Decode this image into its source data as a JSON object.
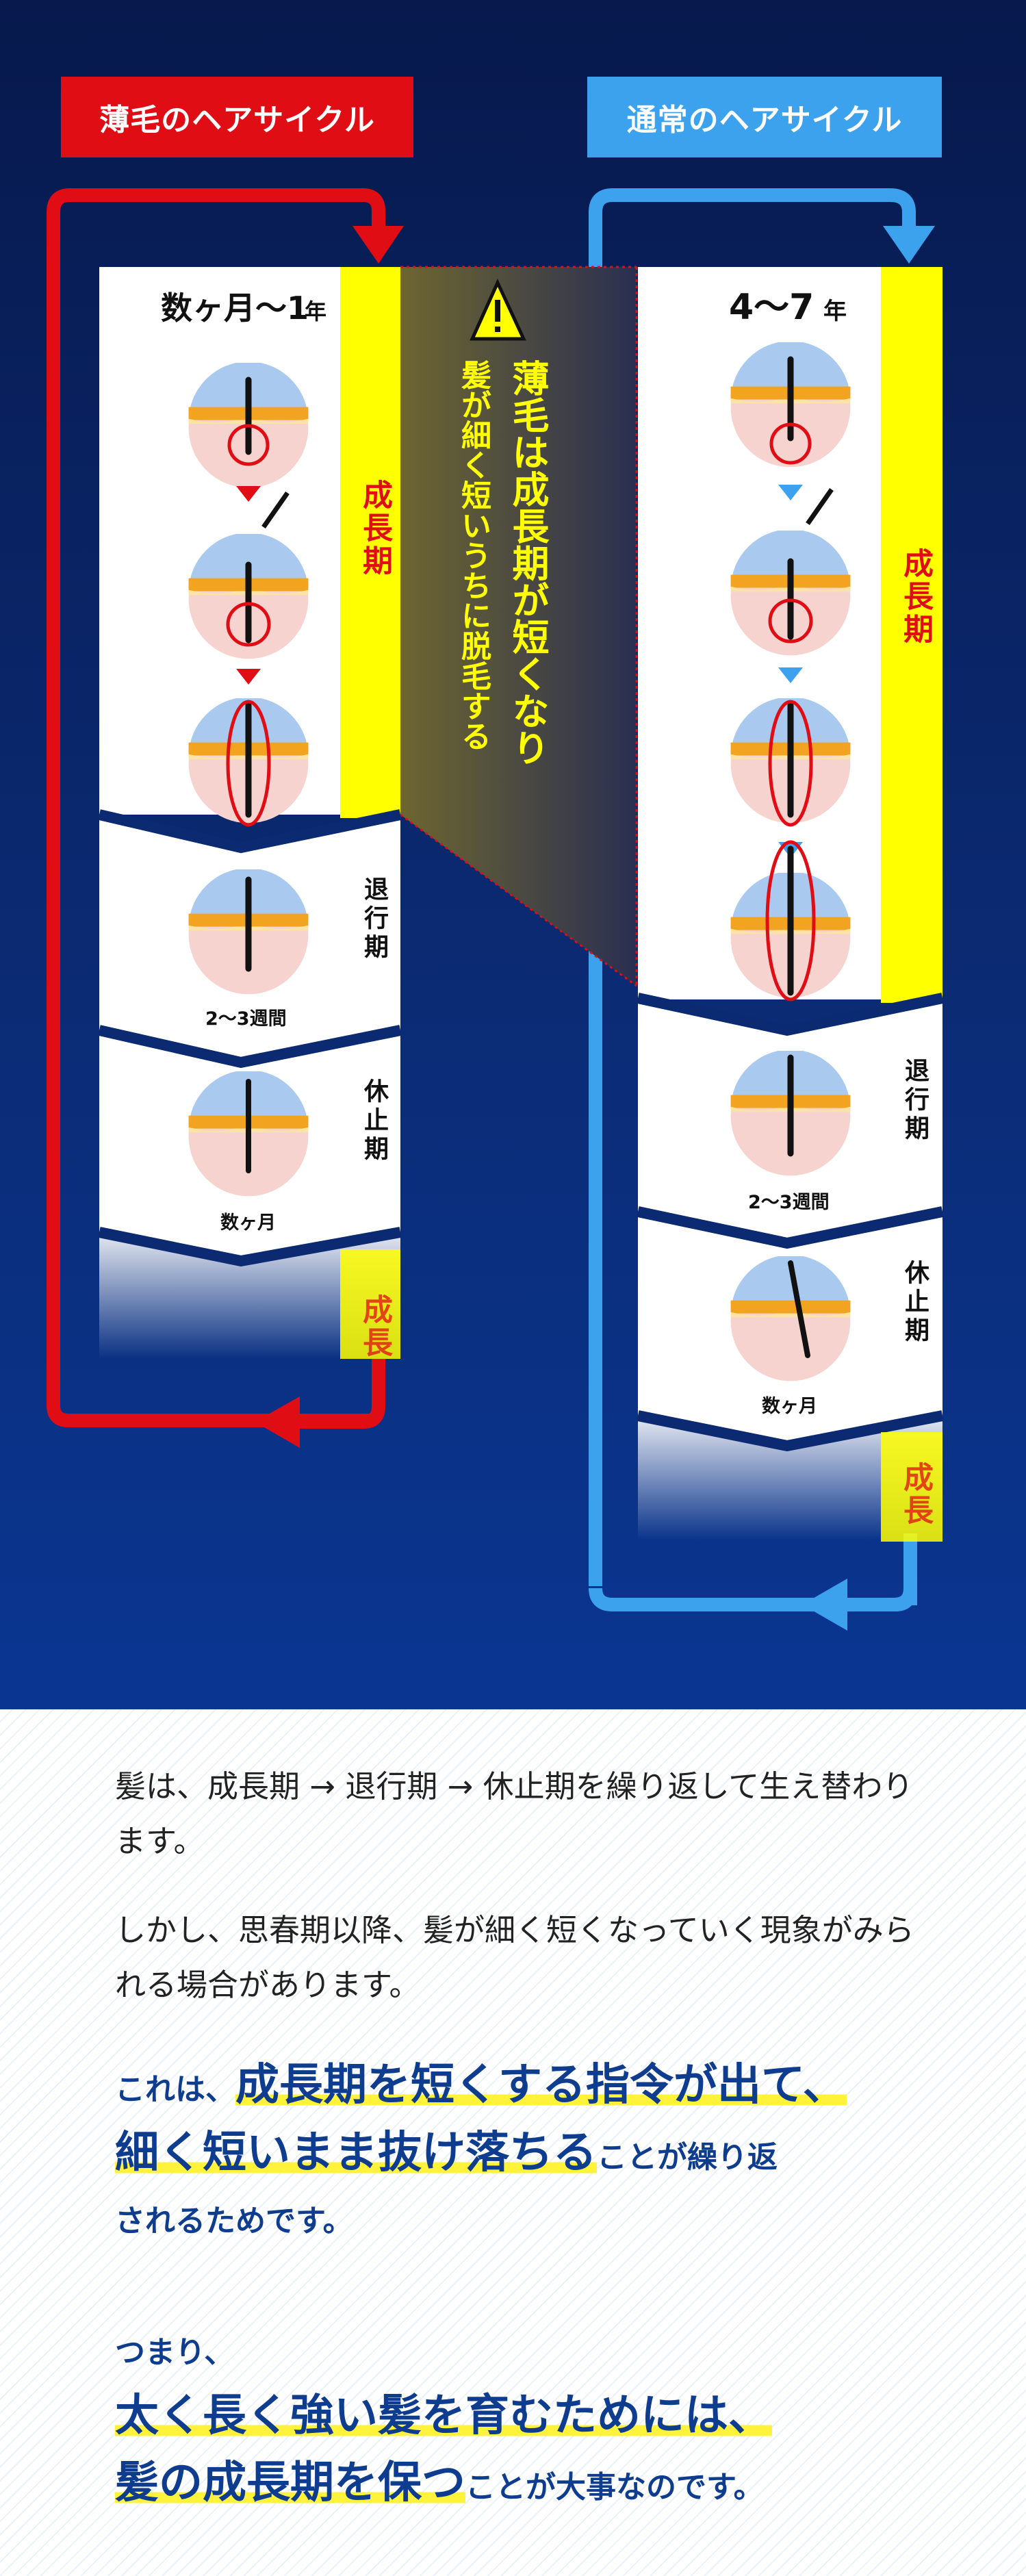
{
  "labels": {
    "thinning": "薄毛のヘアサイクル",
    "normal": "通常のヘアサイクル"
  },
  "thinning_cycle": {
    "duration_main": "数ヶ月〜1",
    "duration_unit": "年",
    "growth": "成長期",
    "catagen": "退行期",
    "catagen_duration": "2〜3週間",
    "telogen": "休止期",
    "telogen_duration": "数ヶ月",
    "growth_again": "成長"
  },
  "normal_cycle": {
    "duration_main": "4〜7",
    "duration_unit": "年",
    "growth": "成長期",
    "catagen": "退行期",
    "catagen_duration": "2〜3週間",
    "telogen": "休止期",
    "telogen_duration": "数ヶ月",
    "growth_again": "成長"
  },
  "warning": {
    "line1": "薄毛は成長期が短くなり",
    "line2": "髪が細く短いうちに脱毛する"
  },
  "text": {
    "p1": "髪は、成長期 → 退行期 → 休止期を繰り返して生え替わります。",
    "p2": "しかし、思春期以降、髪が細く短くなっていく現象がみられる場合があります。",
    "p3_a": "これは、",
    "p3_b": "成長期を短くする指令が出て、",
    "p3_c": "細く短いまま抜け落ちる",
    "p3_d": "ことが繰り返",
    "p3_e": "されるためです。",
    "p4_a": "つまり、",
    "p4_b": "太く長く強い髪を育むためには、",
    "p4_c": "髪の成長期を保つ",
    "p4_d": "ことが大事なのです。"
  },
  "colors": {
    "red": "#e10d15",
    "blue": "#3ca2ee",
    "yellow": "#ffff00",
    "navy": "#0b2a72"
  }
}
